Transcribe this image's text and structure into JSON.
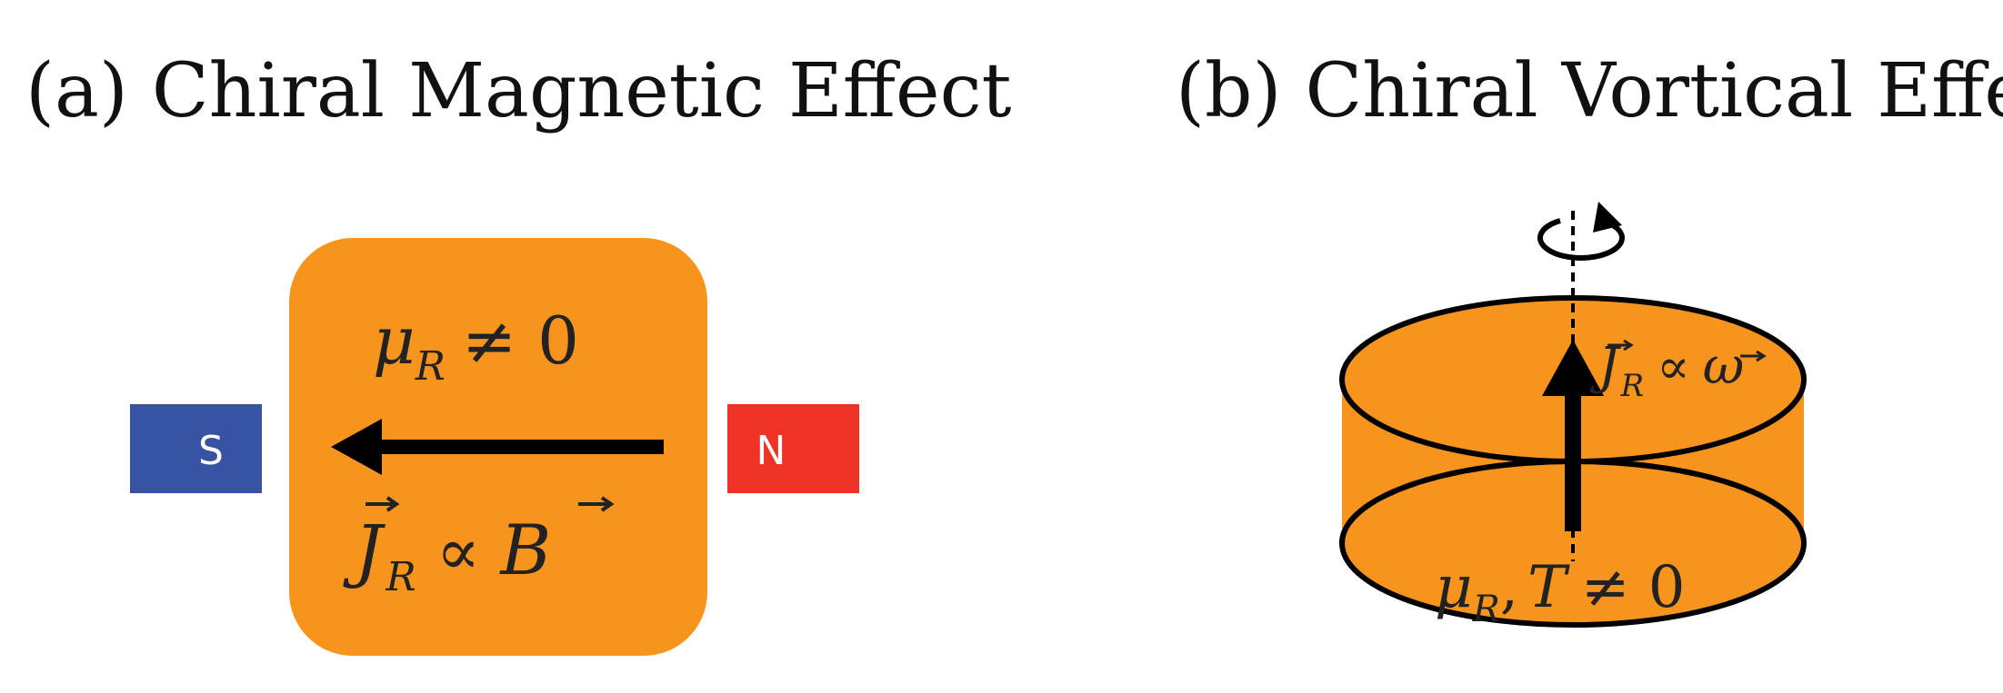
{
  "panel_a": {
    "title": "(a) Chiral Magnetic Effect",
    "condition": {
      "symbol": "μ",
      "sub": "R",
      "relation": "≠ 0"
    },
    "current": {
      "symbol": "J",
      "sub": "R",
      "relation": "∝",
      "field": "B"
    },
    "south_pole_label": "S",
    "north_pole_label": "N"
  },
  "panel_b": {
    "title": "(b) Chiral Vortical Effect",
    "current": {
      "symbol": "J",
      "sub": "R",
      "relation": "∝",
      "field": "ω"
    },
    "condition": {
      "symbol": "μ",
      "sub": "R",
      "separator": ",",
      "temp": "T",
      "relation": "≠ 0"
    }
  },
  "colors": {
    "orange": "#F7941E",
    "blue": "#3953A4",
    "red": "#EE3224",
    "black": "#000000"
  },
  "icons": [
    "vector-arrow-icon",
    "rotation-arrow-icon"
  ]
}
